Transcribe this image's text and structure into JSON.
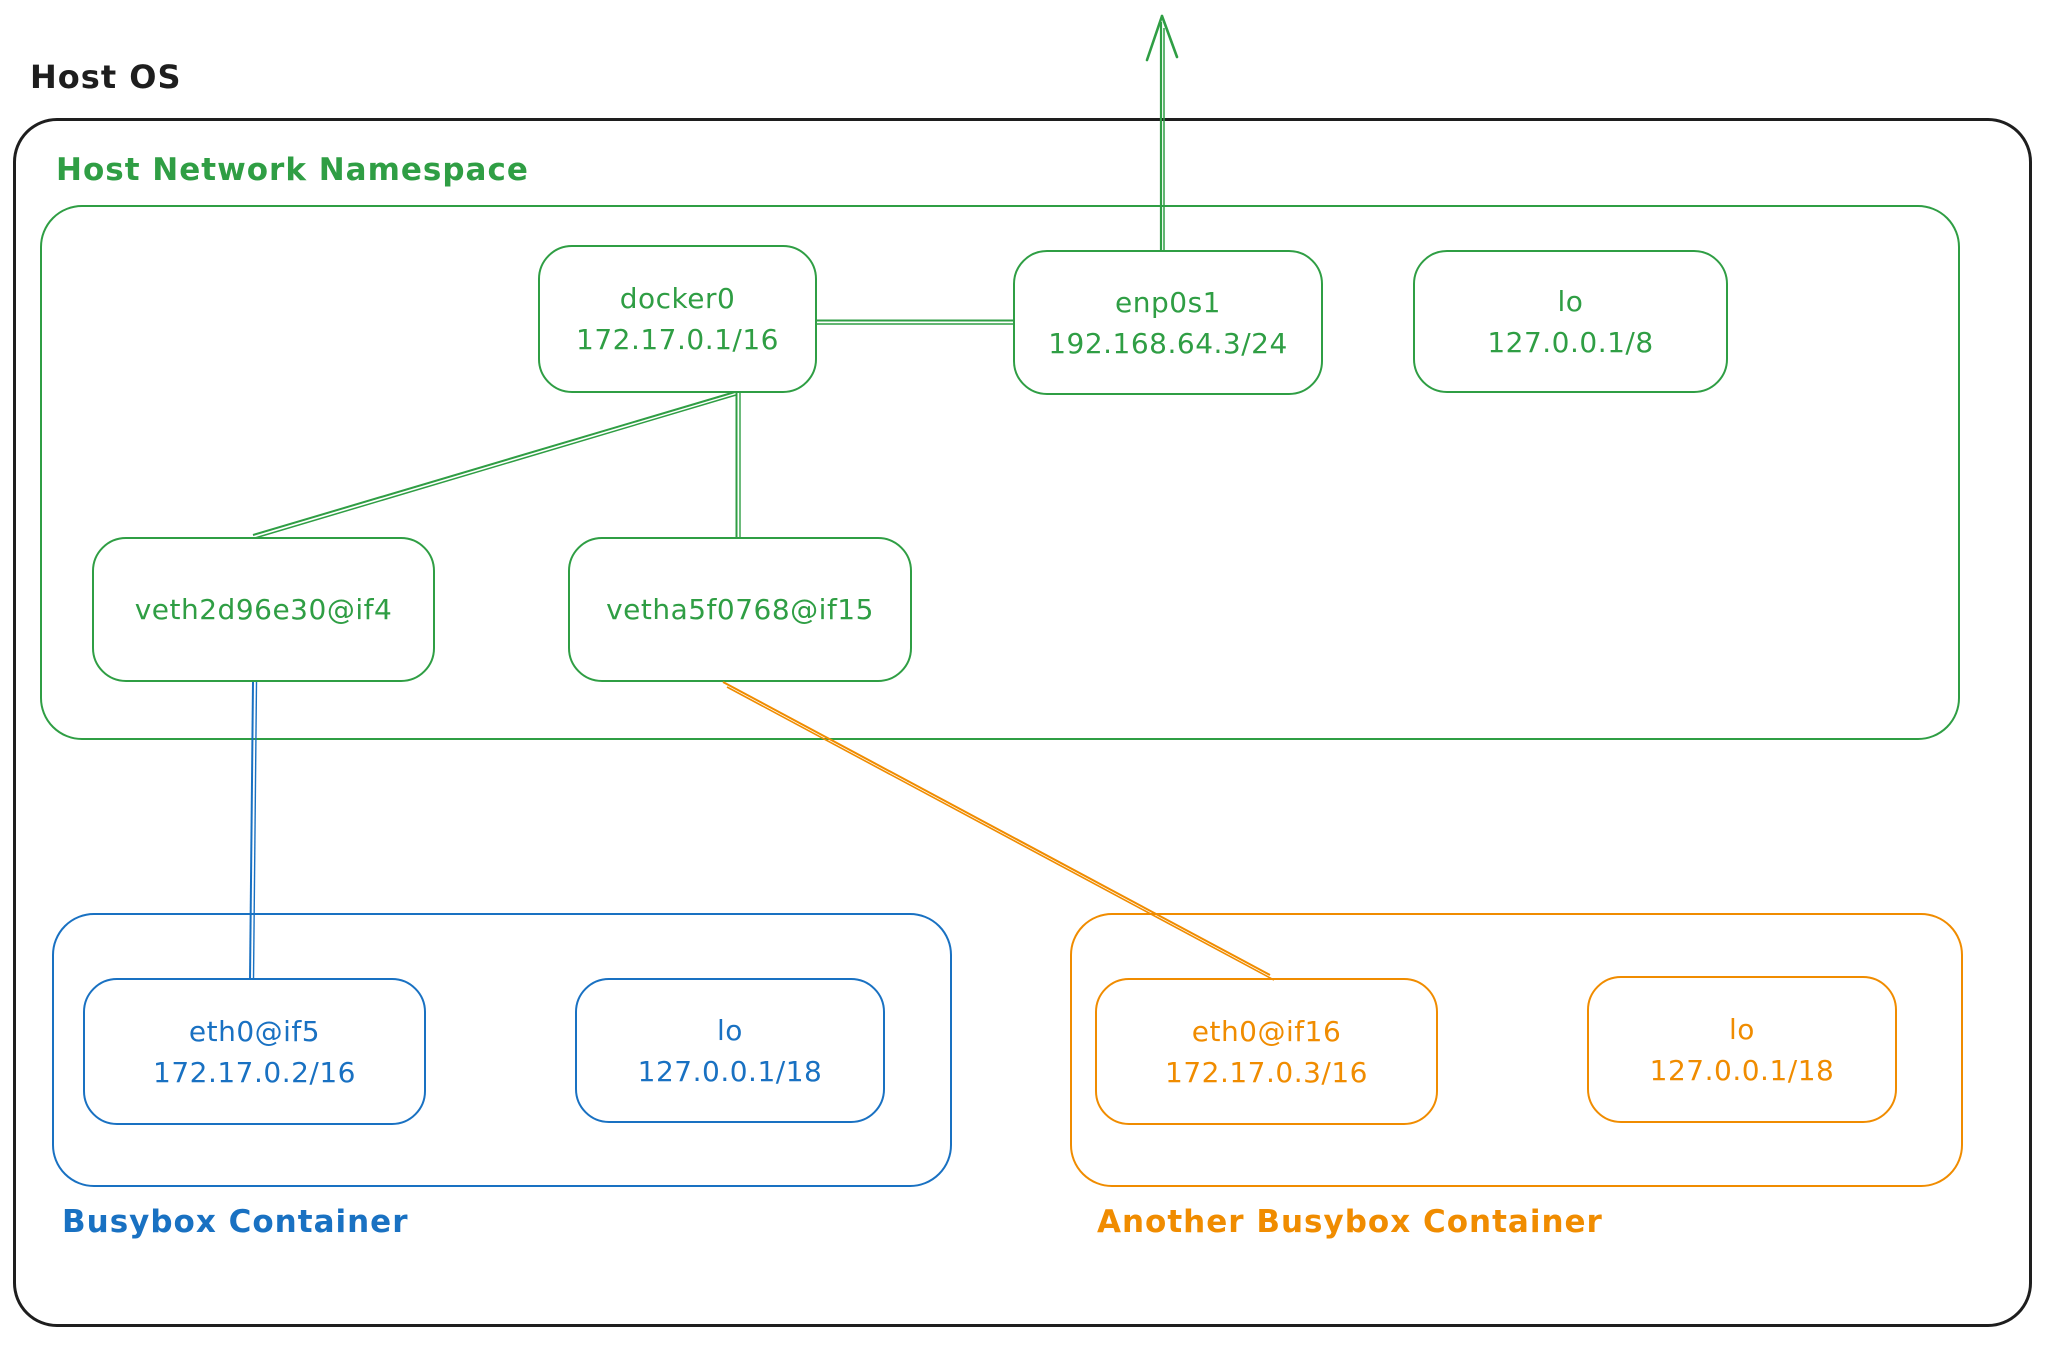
{
  "host_os_label": "Host OS",
  "host_ns": {
    "label": "Host Network Namespace",
    "nodes": [
      {
        "name": "docker0",
        "addr": "172.17.0.1/16"
      },
      {
        "name": "enp0s1",
        "addr": "192.168.64.3/24"
      },
      {
        "name": "lo",
        "addr": "127.0.0.1/8"
      },
      {
        "name": "veth2d96e30@if4"
      },
      {
        "name": "vetha5f0768@if15"
      }
    ]
  },
  "containers": [
    {
      "label": "Busybox Container",
      "nodes": [
        {
          "name": "eth0@if5",
          "addr": "172.17.0.2/16"
        },
        {
          "name": "lo",
          "addr": "127.0.0.1/18"
        }
      ]
    },
    {
      "label": "Another Busybox Container",
      "nodes": [
        {
          "name": "eth0@if16",
          "addr": "172.17.0.3/16"
        },
        {
          "name": "lo",
          "addr": "127.0.0.1/18"
        }
      ]
    }
  ],
  "connections": [
    {
      "from": "docker0",
      "to": "enp0s1",
      "color": "#2f9e44",
      "style": "line"
    },
    {
      "from": "enp0s1",
      "to": "outside-host",
      "color": "#2f9e44",
      "style": "arrow-up"
    },
    {
      "from": "docker0",
      "to": "veth2d96e30@if4",
      "color": "#2f9e44",
      "style": "line"
    },
    {
      "from": "docker0",
      "to": "vetha5f0768@if15",
      "color": "#2f9e44",
      "style": "line"
    },
    {
      "from": "veth2d96e30@if4",
      "to": "eth0@if5",
      "color": "#1971c2",
      "style": "line"
    },
    {
      "from": "vetha5f0768@if15",
      "to": "eth0@if16",
      "color": "#f08c00",
      "style": "line"
    }
  ],
  "colors": {
    "ink": "#1e1e1e",
    "green": "#2f9e44",
    "blue": "#1971c2",
    "orange": "#f08c00",
    "background": "#ffffff"
  }
}
